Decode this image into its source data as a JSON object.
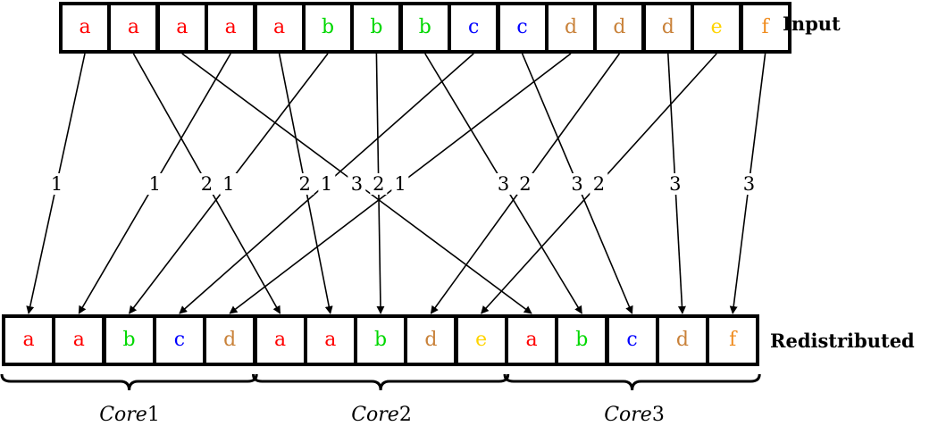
{
  "input": {
    "label": "Input",
    "cells": [
      "a",
      "a",
      "a",
      "a",
      "a",
      "b",
      "b",
      "b",
      "c",
      "c",
      "d",
      "d",
      "d",
      "e",
      "f"
    ]
  },
  "output": {
    "label": "Redistributed",
    "cells": [
      "a",
      "a",
      "b",
      "c",
      "d",
      "a",
      "a",
      "b",
      "d",
      "e",
      "a",
      "b",
      "c",
      "d",
      "f"
    ]
  },
  "cores": [
    {
      "name": "Core",
      "num": "1"
    },
    {
      "name": "Core",
      "num": "2"
    },
    {
      "name": "Core",
      "num": "3"
    }
  ],
  "edges": [
    {
      "from": 0,
      "to": 0,
      "label": "1"
    },
    {
      "from": 1,
      "to": 5,
      "label": "2"
    },
    {
      "from": 2,
      "to": 10,
      "label": "3"
    },
    {
      "from": 3,
      "to": 1,
      "label": "1"
    },
    {
      "from": 4,
      "to": 6,
      "label": "2"
    },
    {
      "from": 5,
      "to": 2,
      "label": "1"
    },
    {
      "from": 6,
      "to": 7,
      "label": "2"
    },
    {
      "from": 7,
      "to": 11,
      "label": "3"
    },
    {
      "from": 8,
      "to": 3,
      "label": "1"
    },
    {
      "from": 9,
      "to": 12,
      "label": "3"
    },
    {
      "from": 10,
      "to": 4,
      "label": "1"
    },
    {
      "from": 11,
      "to": 8,
      "label": "2"
    },
    {
      "from": 12,
      "to": 13,
      "label": "3"
    },
    {
      "from": 13,
      "to": 9,
      "label": "2"
    },
    {
      "from": 14,
      "to": 14,
      "label": "3"
    }
  ],
  "colors": {
    "a": "#ff0000",
    "b": "#00d800",
    "c": "#0000ff",
    "d": "#c9823a",
    "e": "#ffd400",
    "f": "#f08c1e"
  }
}
